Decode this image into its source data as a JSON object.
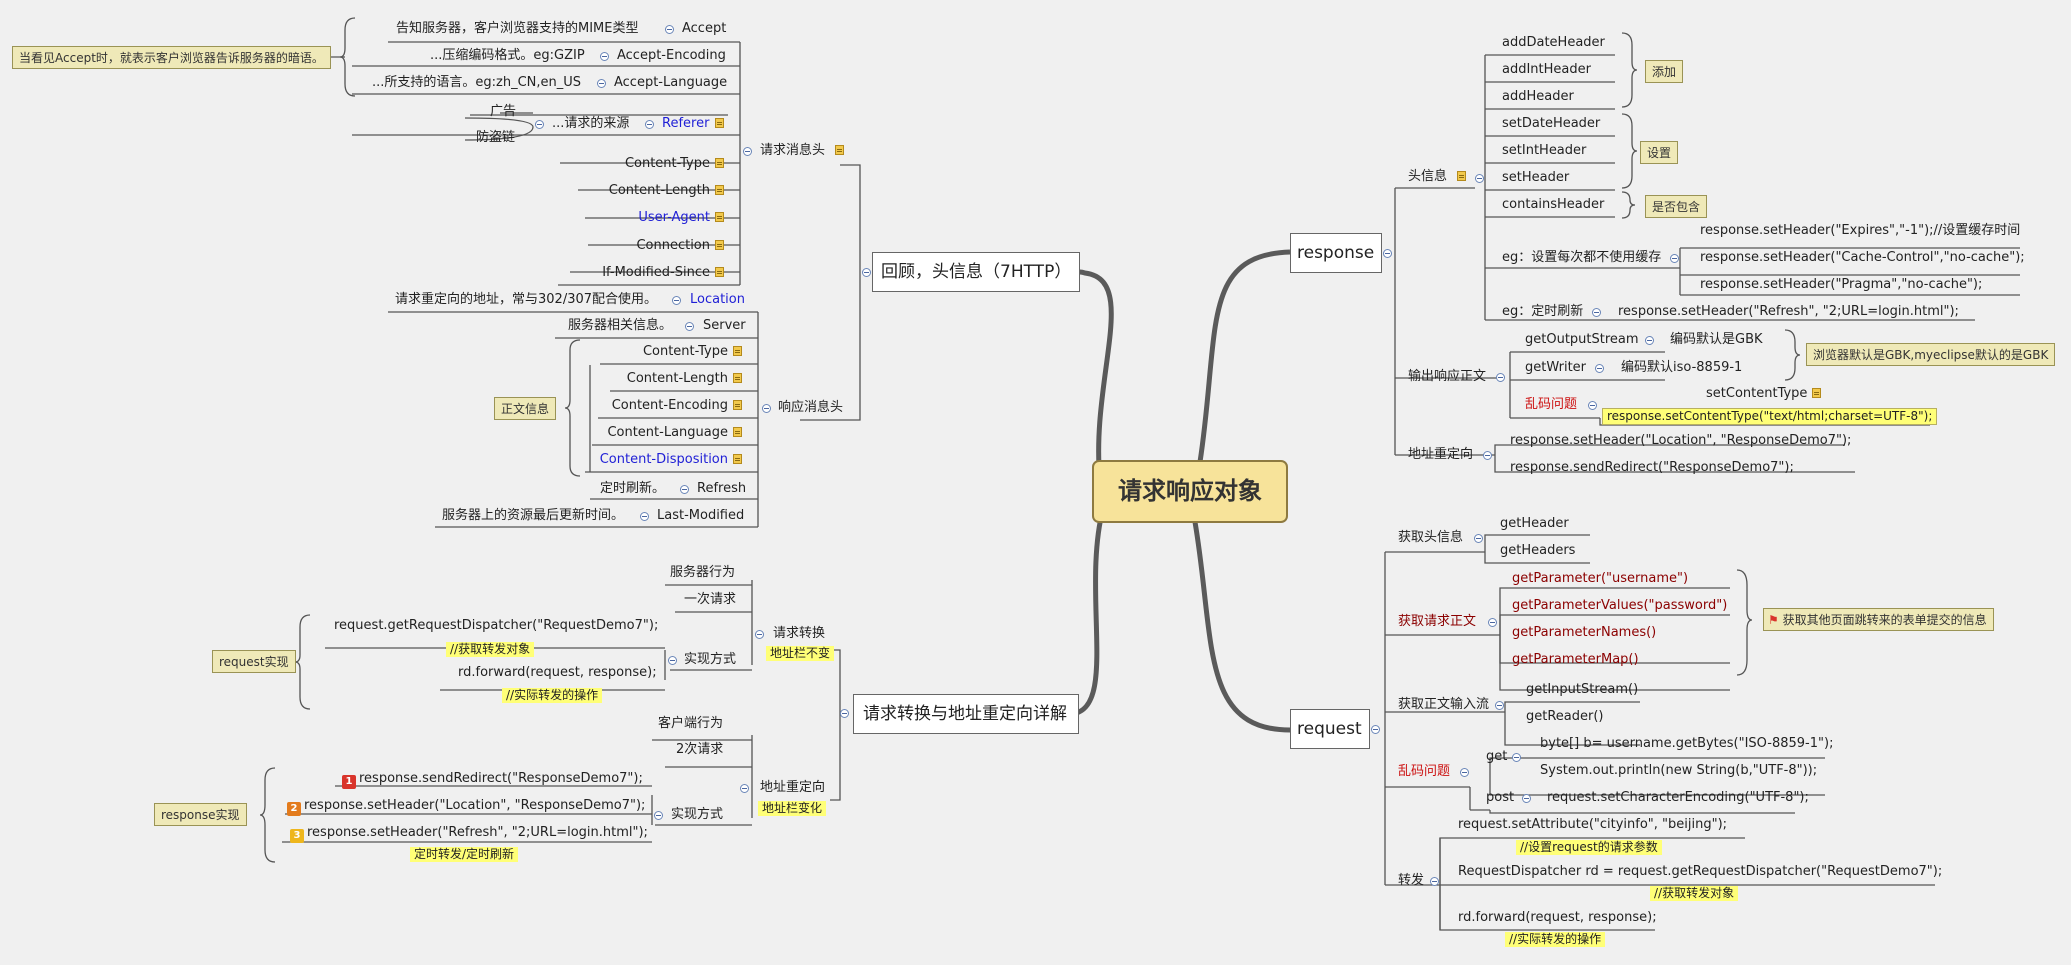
{
  "central": "请求响应对象",
  "left_top": {
    "title": "回顾，头信息（7HTTP）",
    "request_header": {
      "label": "请求消息头",
      "accept_note": "当看见Accept时，就表示客户浏览器告诉服务器的暗语。",
      "accept_desc": "告知服务器，客户浏览器支持的MIME类型",
      "accept": "Accept",
      "accept_encoding_desc": "...压缩编码格式。eg:GZIP",
      "accept_encoding": "Accept-Encoding",
      "accept_language_desc": "...所支持的语言。eg:zh_CN,en_US",
      "accept_language": "Accept-Language",
      "ad": "广告",
      "anti_leech": "防盗链",
      "referer_desc": "...请求的来源",
      "referer": "Referer",
      "content_type": "Content-Type",
      "content_length": "Content-Length",
      "user_agent": "User-Agent",
      "connection": "Connection",
      "if_modified_since": "If-Modified-Since"
    },
    "response_header": {
      "label": "响应消息头",
      "location_desc": "请求重定向的地址，常与302/307配合使用。",
      "location": "Location",
      "server_desc": "服务器相关信息。",
      "server": "Server",
      "body_info": "正文信息",
      "content_type": "Content-Type",
      "content_length": "Content-Length",
      "content_encoding": "Content-Encoding",
      "content_language": "Content-Language",
      "content_disposition": "Content-Disposition",
      "refresh_desc": "定时刷新。",
      "refresh": "Refresh",
      "last_modified_desc": "服务器上的资源最后更新时间。",
      "last_modified": "Last-Modified"
    }
  },
  "left_bottom": {
    "title": "请求转换与地址重定向详解",
    "forward": {
      "label": "请求转换",
      "tag": "地址栏不变",
      "server_behavior": "服务器行为",
      "one_request": "一次请求",
      "impl": "实现方式",
      "impl_tag": "request实现",
      "code1": "request.getRequestDispatcher(\"RequestDemo7\");",
      "code1_note": "//获取转发对象",
      "code2": "rd.forward(request, response);",
      "code2_note": "//实际转发的操作"
    },
    "redirect": {
      "label": "地址重定向",
      "tag": "地址栏变化",
      "client_behavior": "客户端行为",
      "two_requests": "2次请求",
      "impl": "实现方式",
      "impl_tag": "response实现",
      "code1": "response.sendRedirect(\"ResponseDemo7\");",
      "code2": "response.setHeader(\"Location\", \"ResponseDemo7\");",
      "code3": "response.setHeader(\"Refresh\", \"2;URL=login.html\");",
      "code_note": "定时转发/定时刷新",
      "num1": "1",
      "num2": "2",
      "num3": "3"
    }
  },
  "right_top": {
    "title": "response",
    "header_info": {
      "label": "头信息",
      "add_date_header": "addDateHeader",
      "add_int_header": "addIntHeader",
      "add_header": "addHeader",
      "add_tag": "添加",
      "set_date_header": "setDateHeader",
      "set_int_header": "setIntHeader",
      "set_header": "setHeader",
      "set_tag": "设置",
      "contains_header": "containsHeader",
      "contains_tag": "是否包含",
      "eg_nocache": "eg：设置每次都不使用缓存",
      "nocache1": "response.setHeader(\"Expires\",\"-1\");//设置缓存时间",
      "nocache2": "response.setHeader(\"Cache-Control\",\"no-cache\");",
      "nocache3": "response.setHeader(\"Pragma\",\"no-cache\");",
      "eg_refresh": "eg：定时刷新",
      "refresh_code": "response.setHeader(\"Refresh\", \"2;URL=login.html\");"
    },
    "output": {
      "label": "输出响应正文",
      "get_output_stream": "getOutputStream",
      "gos_desc": "编码默认是GBK",
      "get_writer": "getWriter",
      "gw_desc": "编码默认iso-8859-1",
      "browser_note": "浏览器默认是GBK,myeclipse默认的是GBK",
      "garbled": "乱码问题",
      "set_content_type": "setContentType",
      "set_content_type_code": "response.setContentType(\"text/html;charset=UTF-8\");"
    },
    "redirect": {
      "label": "地址重定向",
      "code1": "response.setHeader(\"Location\", \"ResponseDemo7\");",
      "code2": "response.sendRedirect(\"ResponseDemo7\");"
    }
  },
  "right_bottom": {
    "title": "request",
    "get_header_info": {
      "label": "获取头信息",
      "get_header": "getHeader",
      "get_headers": "getHeaders"
    },
    "get_body": {
      "label": "获取请求正文",
      "p1": "getParameter(\"username\")",
      "p2": "getParameterValues(\"password\")",
      "p3": "getParameterNames()",
      "p4": "getParameterMap()",
      "note": "获取其他页面跳转来的表单提交的信息"
    },
    "input_stream": {
      "label": "获取正文输入流",
      "get_input_stream": "getInputStream()",
      "get_reader": "getReader()"
    },
    "garbled": {
      "label": "乱码问题",
      "get": "get",
      "get_code1": "byte[] b= username.getBytes(\"ISO-8859-1\");",
      "get_code2": "System.out.println(new String(b,\"UTF-8\"));",
      "post": "post",
      "post_code": "request.setCharacterEncoding(\"UTF-8\");"
    },
    "forward": {
      "label": "转发",
      "code1": "request.setAttribute(\"cityinfo\", \"beijing\");",
      "code1_note": "//设置request的请求参数",
      "code2": "RequestDispatcher rd = request.getRequestDispatcher(\"RequestDemo7\");",
      "code2_note": "//获取转发对象",
      "code3": "rd.forward(request, response);",
      "code3_note": "//实际转发的操作"
    }
  },
  "colors": {
    "central_fill": "#f7e39a",
    "highlight": "#ffff77",
    "label_fill": "#efe9b8",
    "link_blue": "#1f1fd6",
    "problem_red": "#cc1111"
  }
}
